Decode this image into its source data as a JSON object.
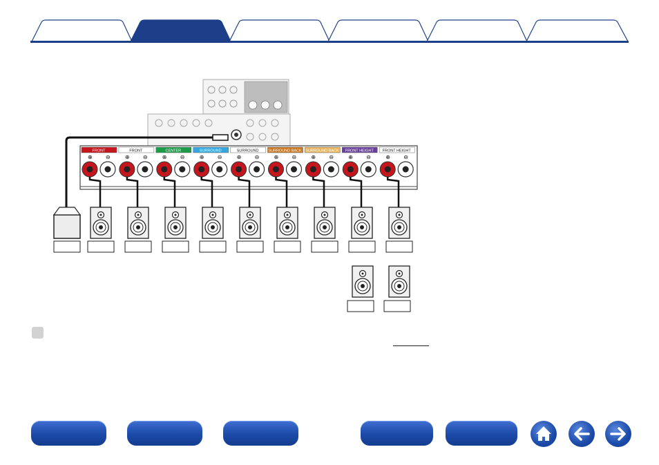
{
  "tabs": [
    {
      "label": "",
      "active": false
    },
    {
      "label": "",
      "active": true
    },
    {
      "label": "",
      "active": false
    },
    {
      "label": "",
      "active": false
    },
    {
      "label": "",
      "active": false
    },
    {
      "label": "",
      "active": false
    }
  ],
  "terminals": [
    {
      "label": "FRONT",
      "color": "#c4161c"
    },
    {
      "label": "FRONT",
      "color": "#ffffff"
    },
    {
      "label": "CENTER",
      "color": "#1d9b48"
    },
    {
      "label": "SURROUND",
      "color": "#35a7de"
    },
    {
      "label": "SURROUND",
      "color": "#ffffff"
    },
    {
      "label": "SURROUND BACK",
      "color": "#c8741c"
    },
    {
      "label": "SURROUND BACK",
      "color": "#e8b35a"
    },
    {
      "label": "FRONT HEIGHT",
      "color": "#6a3e9e"
    },
    {
      "label": "FRONT HEIGHT",
      "color": "#ffffff"
    }
  ],
  "colors": {
    "accent": "#1d3f8a",
    "button": "#1b4aa8",
    "terminal_red": "#c4161c"
  },
  "icons": {
    "home": "home-icon",
    "back": "arrow-left-icon",
    "forward": "arrow-right-icon",
    "note": "note-icon"
  },
  "nav_buttons": [
    {
      "label": ""
    },
    {
      "label": ""
    },
    {
      "label": ""
    },
    {
      "label": ""
    },
    {
      "label": ""
    }
  ]
}
